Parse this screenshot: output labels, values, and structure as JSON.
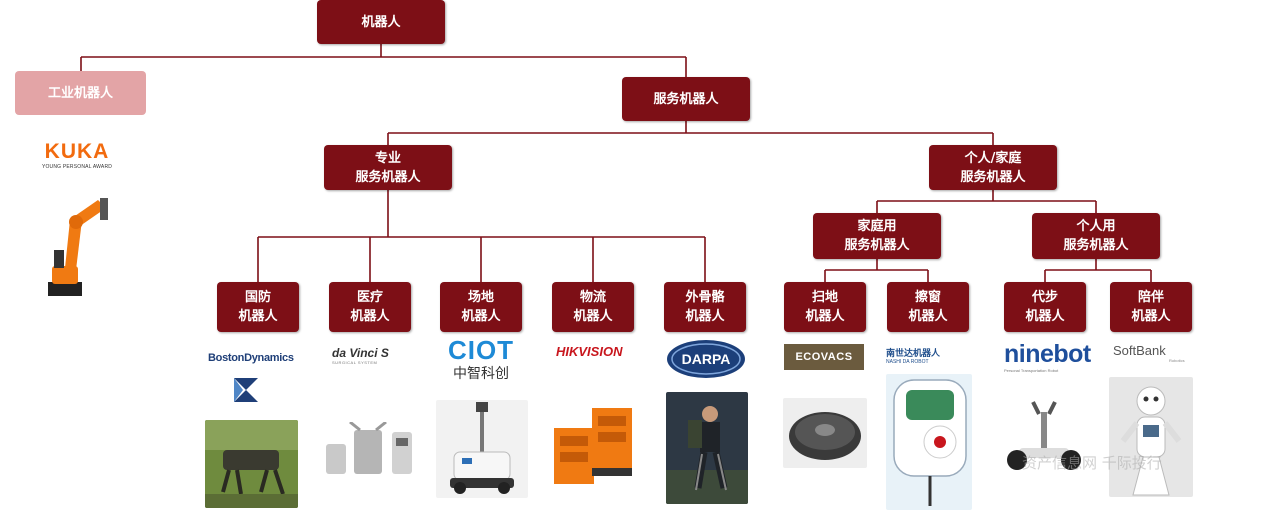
{
  "root": {
    "label": "机器人"
  },
  "industrial": {
    "label": "工业机器人",
    "logo_main": "KUKA",
    "logo_sub": "YOUNG PERSONAL AWARD"
  },
  "service": {
    "label": "服务机器人"
  },
  "professional": {
    "line1": "专业",
    "line2": "服务机器人"
  },
  "personal_home": {
    "line1": "个人/家庭",
    "line2": "服务机器人"
  },
  "home_use": {
    "line1": "家庭用",
    "line2": "服务机器人"
  },
  "personal_use": {
    "line1": "个人用",
    "line2": "服务机器人"
  },
  "leaves": {
    "defense": {
      "line1": "国防",
      "line2": "机器人",
      "logo": "BostonDynamics"
    },
    "medical": {
      "line1": "医疗",
      "line2": "机器人",
      "logo": "da Vinci S",
      "logo_sub": "SURGICAL SYSTEM"
    },
    "field": {
      "line1": "场地",
      "line2": "机器人",
      "logo": "CIOT",
      "logo_sub": "中智科创"
    },
    "logistics": {
      "line1": "物流",
      "line2": "机器人",
      "logo": "HIKVISION"
    },
    "exoskeleton": {
      "line1": "外骨骼",
      "line2": "机器人",
      "logo": "DARPA"
    },
    "sweeping": {
      "line1": "扫地",
      "line2": "机器人",
      "logo": "ECOVACS"
    },
    "window": {
      "line1": "擦窗",
      "line2": "机器人",
      "logo": "南世达机器人",
      "logo_sub": "NASHI DA ROBOT"
    },
    "mobility": {
      "line1": "代步",
      "line2": "机器人",
      "logo": "ninebot",
      "logo_sub": "Personal Transportation Robot"
    },
    "companion": {
      "line1": "陪伴",
      "line2": "机器人",
      "logo": "SoftBank",
      "logo_sub": "Robotics"
    }
  },
  "watermark": "资产信息网 千际投行",
  "colors": {
    "box": "#7d0f16",
    "box_light": "#e3a4a6",
    "line": "#7d0f16"
  }
}
